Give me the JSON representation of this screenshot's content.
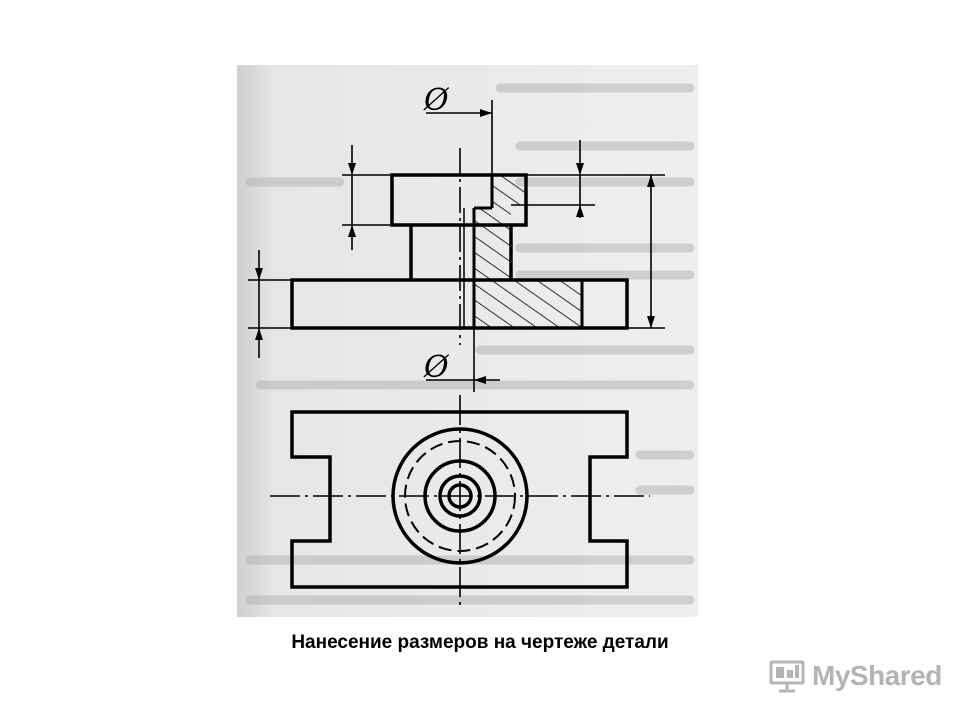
{
  "figure": {
    "diameter_symbol_top": "Ø",
    "diameter_symbol_bottom": "Ø"
  },
  "caption": "Нанесение размеров на чертеже детали",
  "watermark": {
    "text": "MyShared",
    "icon": "projector-screen-icon"
  },
  "colors": {
    "line": "#000000",
    "scan_background": "#eeeeee",
    "scan_left_shadow": "#d4d4d4",
    "watermark": "#b4b4b4"
  }
}
